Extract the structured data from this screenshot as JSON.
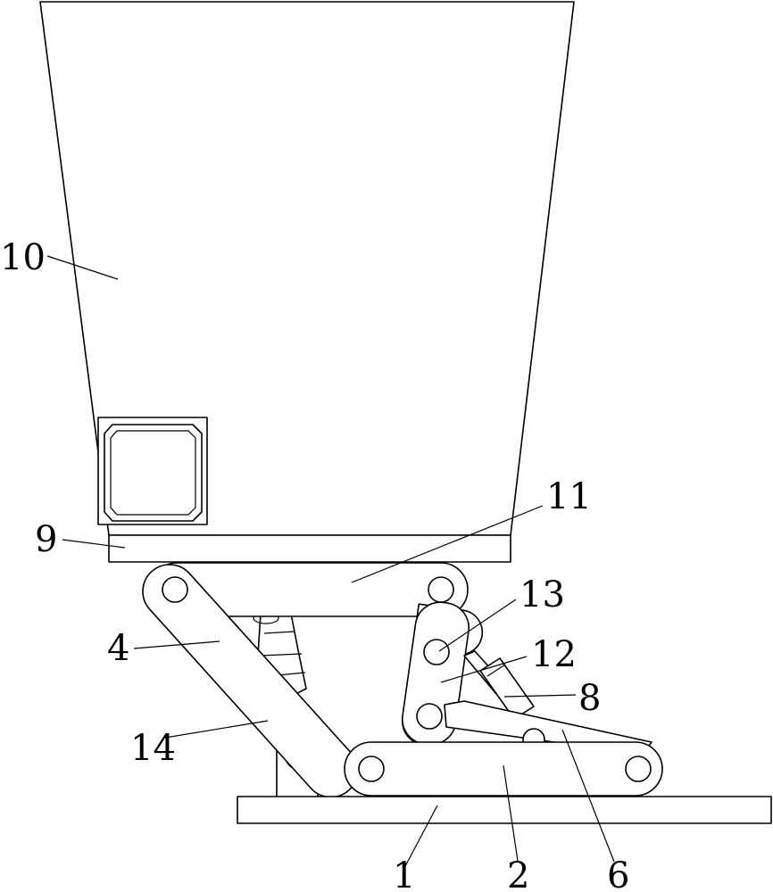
{
  "diagram": {
    "colors": {
      "stroke": "#000000",
      "fill": "#ffffff",
      "background": "#ffffff"
    },
    "labels": {
      "base_plate": "1",
      "lower_link": "2",
      "lower_arm": "4",
      "slanted_bar": "6",
      "damper": "8",
      "platform": "9",
      "hopper": "10",
      "upper_link": "11",
      "rear_link": "12",
      "pivot_pin": "13",
      "front_damper": "14"
    }
  }
}
